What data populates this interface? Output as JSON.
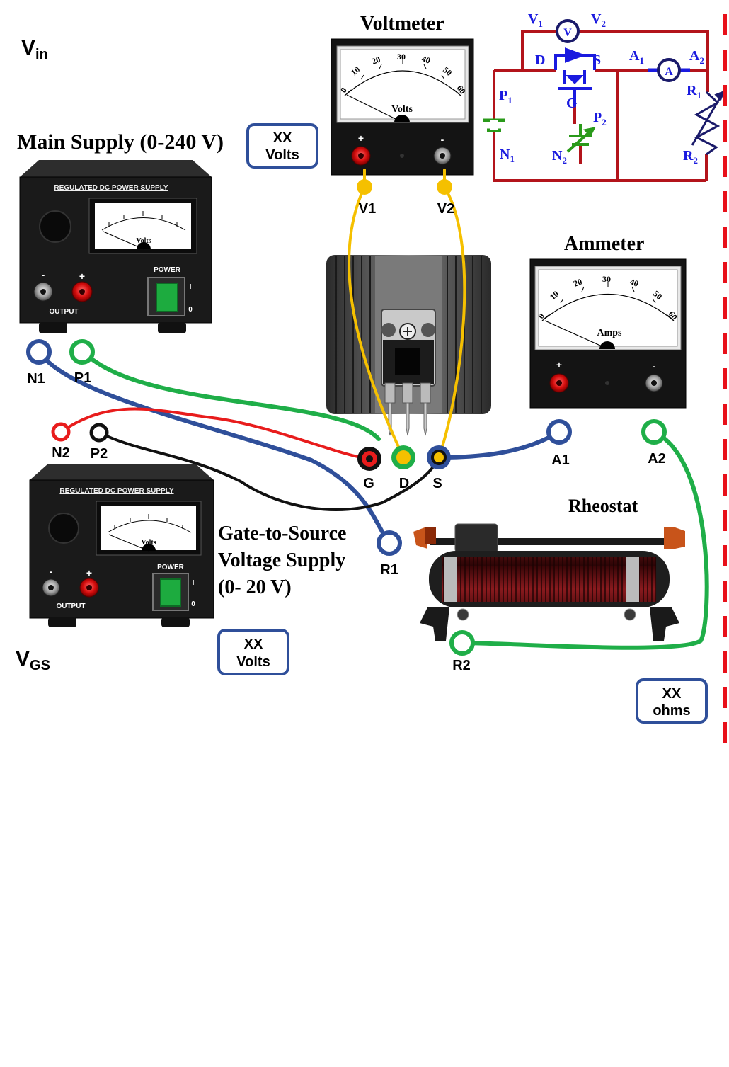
{
  "labels": {
    "vin": "V",
    "vin_sub": "in",
    "vgs": "V",
    "vgs_sub": "GS",
    "main_supply": "Main Supply (0-240 V)",
    "gate_supply_1": "Gate-to-Source",
    "gate_supply_2": "Voltage Supply",
    "gate_supply_3": "(0- 20 V)",
    "voltmeter": "Voltmeter",
    "ammeter": "Ammeter",
    "rheostat": "Rheostat"
  },
  "readouts": {
    "main": {
      "value": "XX",
      "unit": "Volts"
    },
    "gate": {
      "value": "XX",
      "unit": "Volts"
    },
    "rheostat": {
      "value": "XX",
      "unit": "ohms"
    }
  },
  "supply": {
    "title": "REGULATED DC POWER SUPPLY",
    "meter_unit": "Volts",
    "minus": "-",
    "plus": "+",
    "output": "OUTPUT",
    "power": "POWER",
    "on": "I",
    "off": "0"
  },
  "voltmeter": {
    "unit": "Volts",
    "plus": "+",
    "minus": "-",
    "ticks": [
      "0",
      "10",
      "20",
      "30",
      "40",
      "50",
      "60"
    ]
  },
  "ammeter": {
    "unit": "Amps",
    "plus": "+",
    "minus": "-",
    "ticks": [
      "0",
      "10",
      "20",
      "30",
      "40",
      "50",
      "60"
    ]
  },
  "terminals": {
    "V1": "V1",
    "V2": "V2",
    "N1": "N1",
    "P1": "P1",
    "N2": "N2",
    "P2": "P2",
    "G": "G",
    "D": "D",
    "S": "S",
    "A1": "A1",
    "A2": "A2",
    "R1": "R1",
    "R2": "R2"
  },
  "schematic": {
    "V": "V",
    "V1": "V",
    "V1_sub": "1",
    "V2": "V",
    "V2_sub": "2",
    "A": "A",
    "A1": "A",
    "A1_sub": "1",
    "A2": "A",
    "A2_sub": "2",
    "D": "D",
    "S": "S",
    "G": "G",
    "P1": "P",
    "P1_sub": "1",
    "N1": "N",
    "N1_sub": "1",
    "P2": "P",
    "P2_sub": "2",
    "N2": "N",
    "N2_sub": "2",
    "R1": "R",
    "R1_sub": "1",
    "R2": "R",
    "R2_sub": "2"
  },
  "colors": {
    "wire_yellow": "#f5c000",
    "wire_green": "#1fae48",
    "wire_red": "#e81c1c",
    "wire_black": "#111111",
    "wire_blue": "#2f4f9a",
    "schematic_red": "#b3141b",
    "schematic_blue": "#1a1adf",
    "dash_red": "#e8101a"
  }
}
